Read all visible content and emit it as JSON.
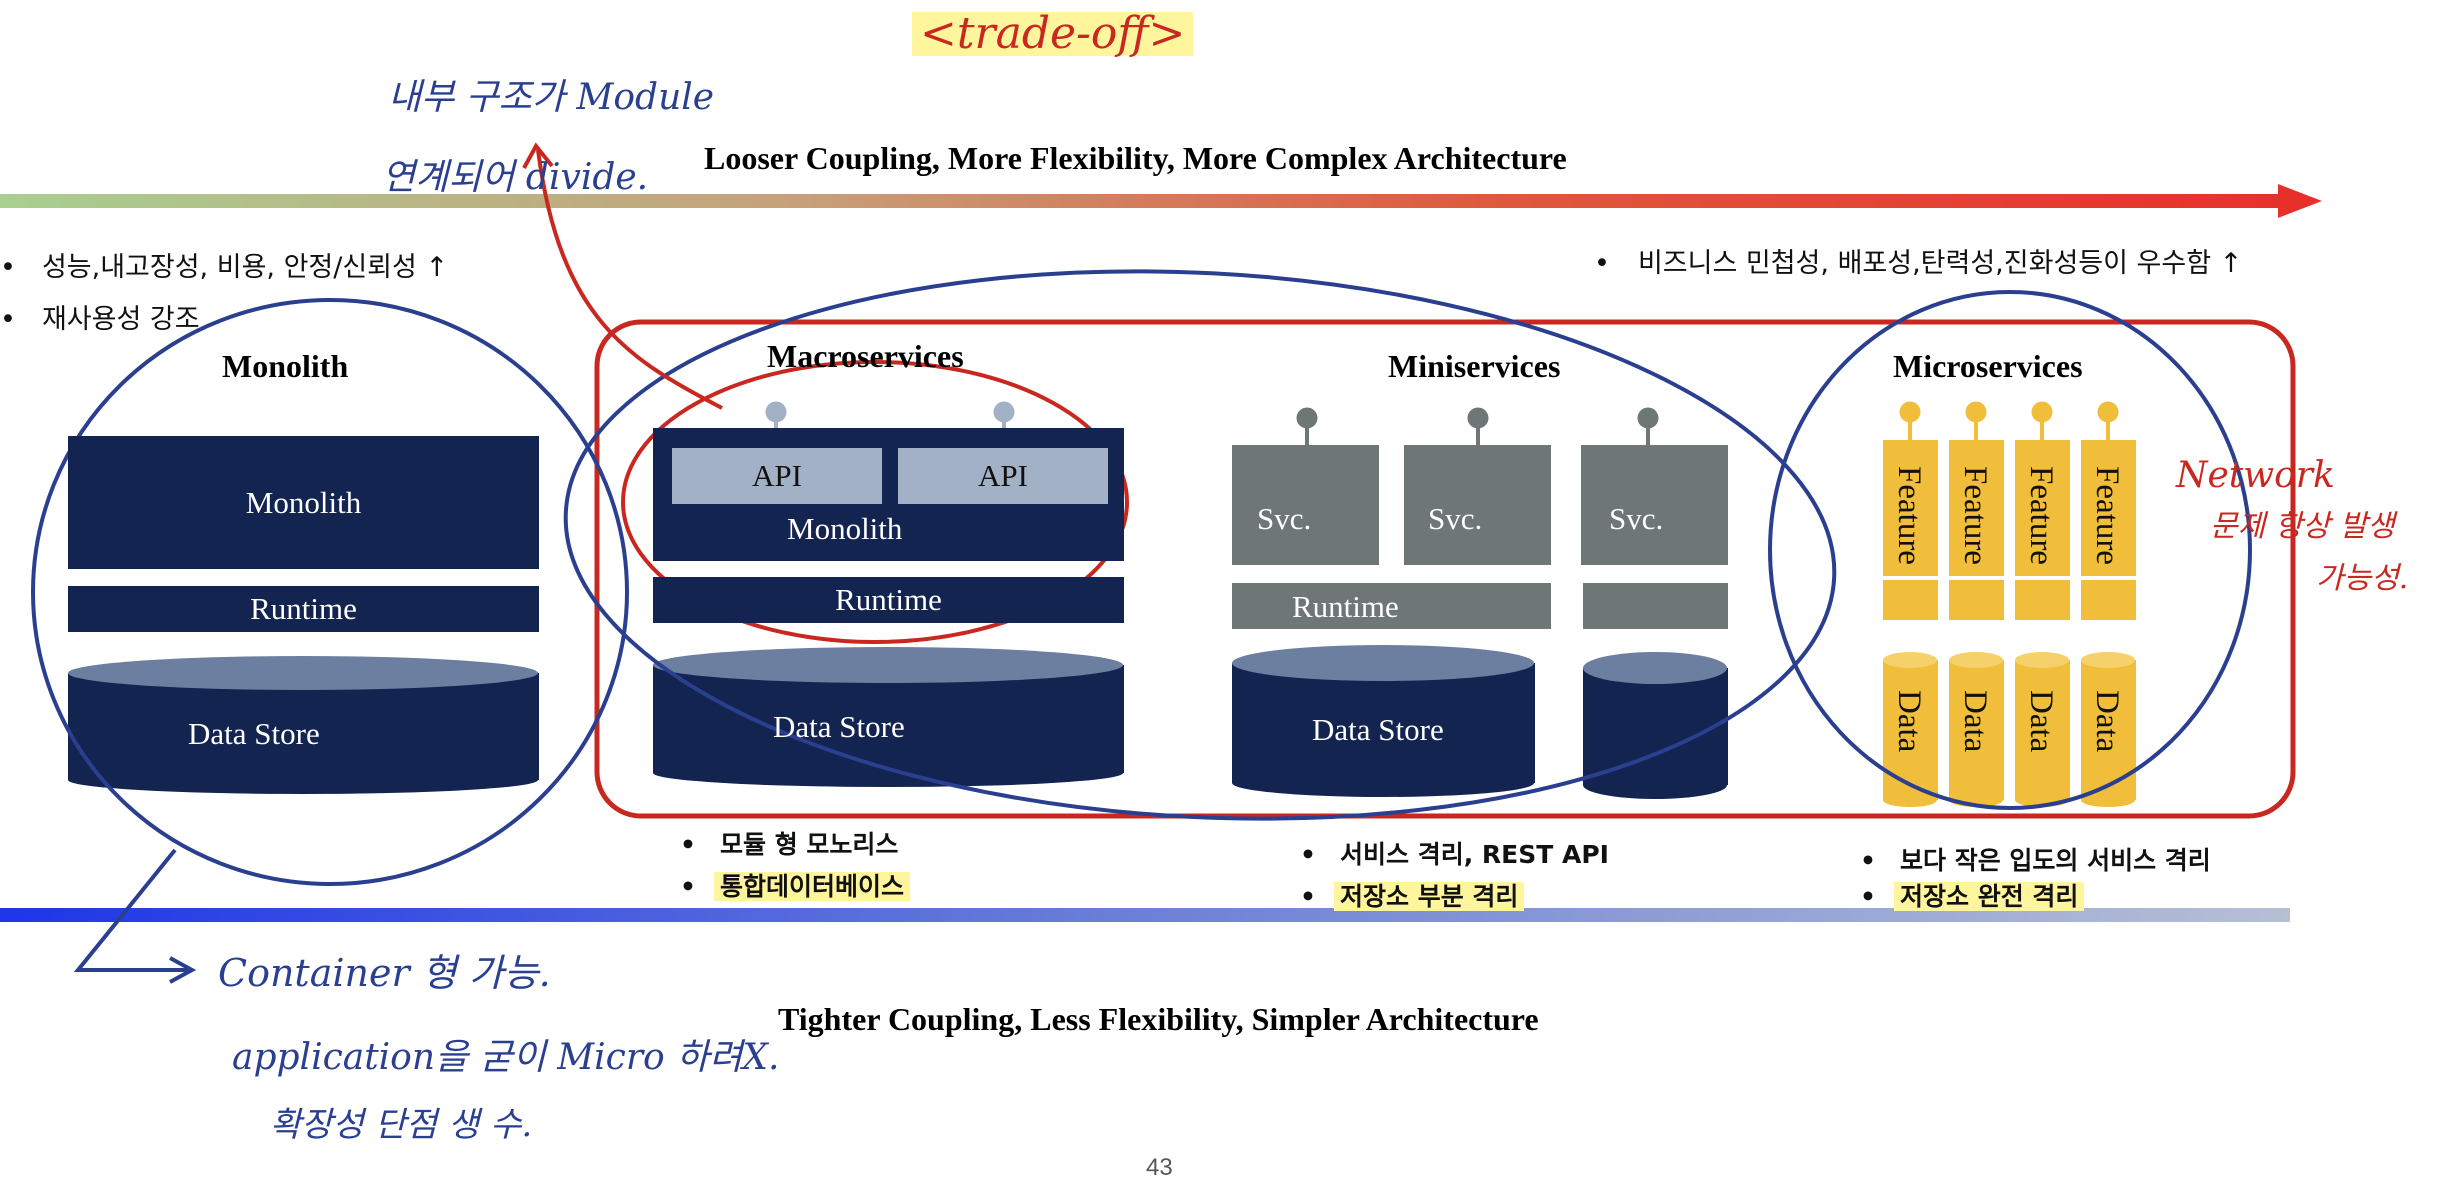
{
  "top_annotation": "<trade-off>",
  "top_axis_label": "Looser Coupling, More Flexibility, More Complex Architecture",
  "bottom_axis_label": "Tighter Coupling, Less Flexibility, Simpler Architecture",
  "left_bullets": [
    "성능,내고장성, 비용, 안정/신뢰성 ↑",
    "재사용성 강조"
  ],
  "right_bullet": "비즈니스 민첩성, 배포성,탄력성,진화성등이 우수함 ↑",
  "columns": {
    "monolith": {
      "title": "Monolith",
      "app_label": "Monolith",
      "runtime_label": "Runtime",
      "store_label": "Data Store"
    },
    "macroservices": {
      "title": "Macroservices",
      "api_labels": [
        "API",
        "API"
      ],
      "app_label": "Monolith",
      "runtime_label": "Runtime",
      "store_label": "Data Store",
      "bullets": [
        "모듈 형 모노리스",
        "통합데이터베이스"
      ]
    },
    "miniservices": {
      "title": "Miniservices",
      "svc_labels": [
        "Svc.",
        "Svc.",
        "Svc."
      ],
      "runtime_label": "Runtime",
      "store_label": "Data Store",
      "bullets": [
        "서비스 격리, REST API",
        "저장소 부분 격리"
      ]
    },
    "microservices": {
      "title": "Microservices",
      "feature_labels": [
        "Feature",
        "Feature",
        "Feature",
        "Feature"
      ],
      "data_labels": [
        "Data",
        "Data",
        "Data",
        "Data"
      ],
      "bullets": [
        "보다 작은 입도의 서비스 격리",
        "저장소 완전 격리"
      ]
    }
  },
  "handwritten_notes": {
    "top_left": [
      "내부 구조가 Module",
      "연계되어 divide."
    ],
    "right": [
      "Network",
      "문제 항상 발생",
      "가능성."
    ],
    "bottom_left": [
      "Container 형 가능.",
      "application을 굳이 Micro 하려X.",
      "확장성 단점 생 수."
    ]
  },
  "page_number": "43",
  "colors": {
    "navy": "#142451",
    "grey": "#6f7776",
    "feature_yellow": "#f0be3a",
    "red_outline": "#c8281f",
    "blue_ink": "#2a3f8f",
    "highlight": "#fff59d"
  }
}
